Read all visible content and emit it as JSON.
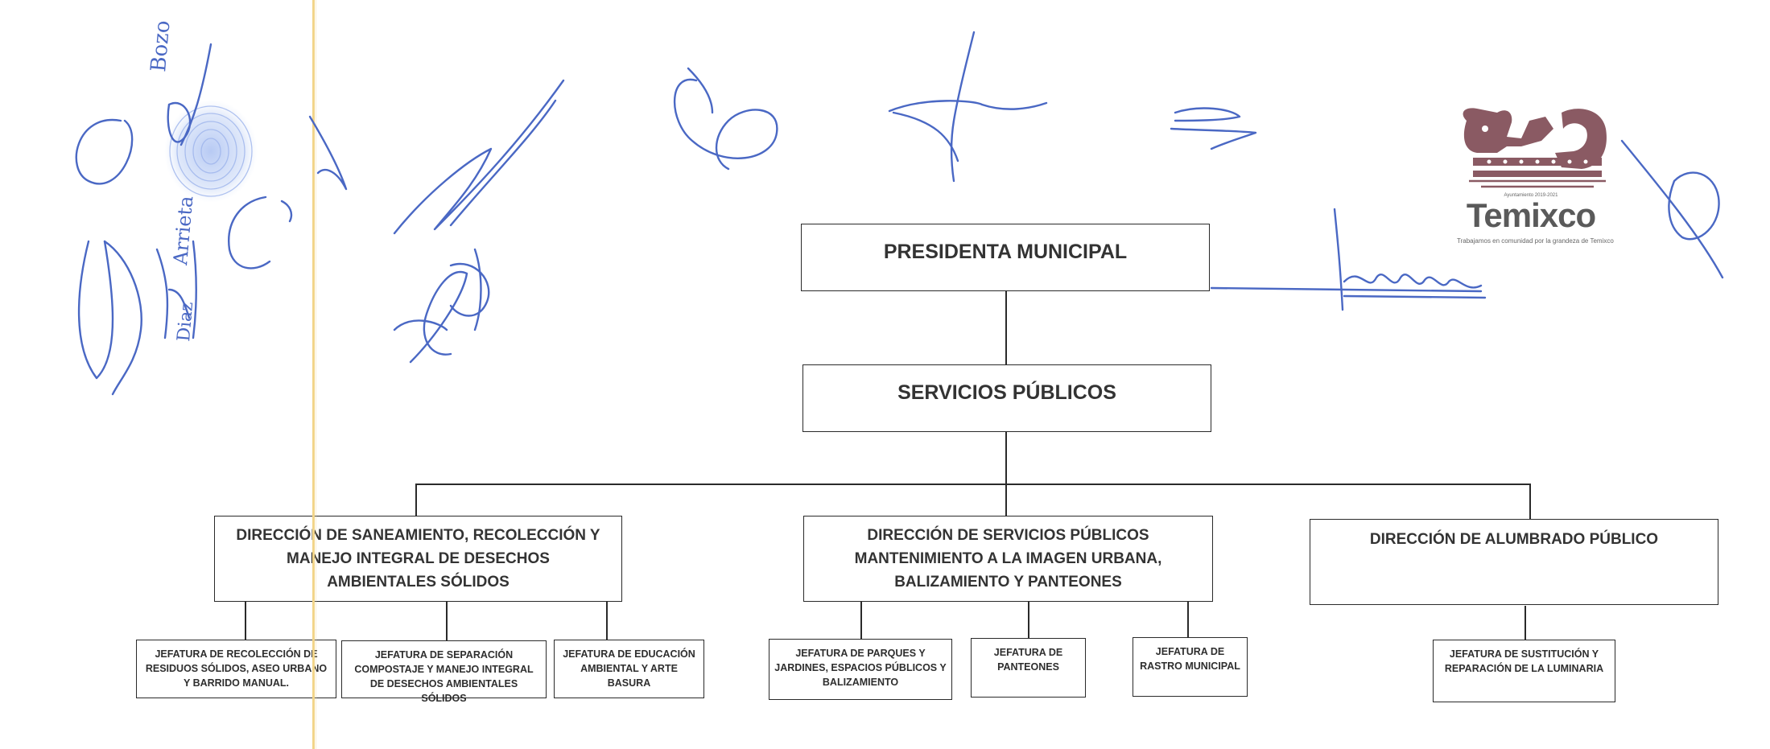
{
  "organigram": {
    "presidenta": "PRESIDENTA MUNICIPAL",
    "servicios": "SERVICIOS PÚBLICOS",
    "dir_saneamiento": "DIRECCIÓN DE SANEAMIENTO, RECOLECCIÓN Y MANEJO INTEGRAL DE DESECHOS AMBIENTALES SÓLIDOS",
    "dir_servicios": "DIRECCIÓN DE SERVICIOS PÚBLICOS MANTENIMIENTO A LA IMAGEN URBANA, BALIZAMIENTO Y PANTEONES",
    "dir_alumbrado": "DIRECCIÓN DE ALUMBRADO PÚBLICO",
    "jef_recoleccion": "JEFATURA DE RECOLECCIÓN DE RESIDUOS SÓLIDOS, ASEO URBANO Y BARRIDO  MANUAL.",
    "jef_separacion": "JEFATURA DE SEPARACIÓN COMPOSTAJE Y MANEJO INTEGRAL DE DESECHOS AMBIENTALES SÓLIDOS",
    "jef_educacion": "JEFATURA DE EDUCACIÓN AMBIENTAL Y ARTE BASURA",
    "jef_parques": "JEFATURA DE PARQUES Y JARDINES, ESPACIOS PÚBLICOS Y BALIZAMIENTO",
    "jef_panteones": "JEFATURA DE PANTEONES",
    "jef_rastro": "JEFATURA DE RASTRO MUNICIPAL",
    "jef_sustitucion": "JEFATURA DE SUSTITUCIÓN Y REPARACIÓN DE LA LUMINARIA"
  },
  "logo": {
    "name": "Temixco",
    "period": "Ayuntamiento 2019-2021",
    "tagline": "Trabajamos en comunidad por la grandeza de Temixco"
  },
  "colors": {
    "ink": "#4a68c4",
    "logo_red": "#8a5a63",
    "box_border": "#2a2a2a"
  }
}
